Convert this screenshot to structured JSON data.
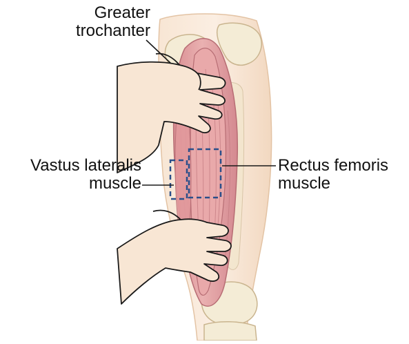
{
  "labels": {
    "greater_trochanter": {
      "line1": "Greater",
      "line2": "trochanter"
    },
    "vastus_lateralis": {
      "line1": "Vastus lateralis",
      "line2": "muscle"
    },
    "rectus_femoris": {
      "line1": "Rectus femoris",
      "line2": "muscle"
    }
  },
  "colors": {
    "skin": "#f7e2cf",
    "skin_shade": "#ecc9ab",
    "muscle": "#e4a3a4",
    "muscle_dark": "#c9787d",
    "bone": "#f4ecd6",
    "outline": "#1a1a1a",
    "injection_box": "#2a4f8a"
  },
  "icons": {
    "upper_hand": "hand-grasping-thigh-icon",
    "lower_hand": "hand-grasping-thigh-icon"
  }
}
